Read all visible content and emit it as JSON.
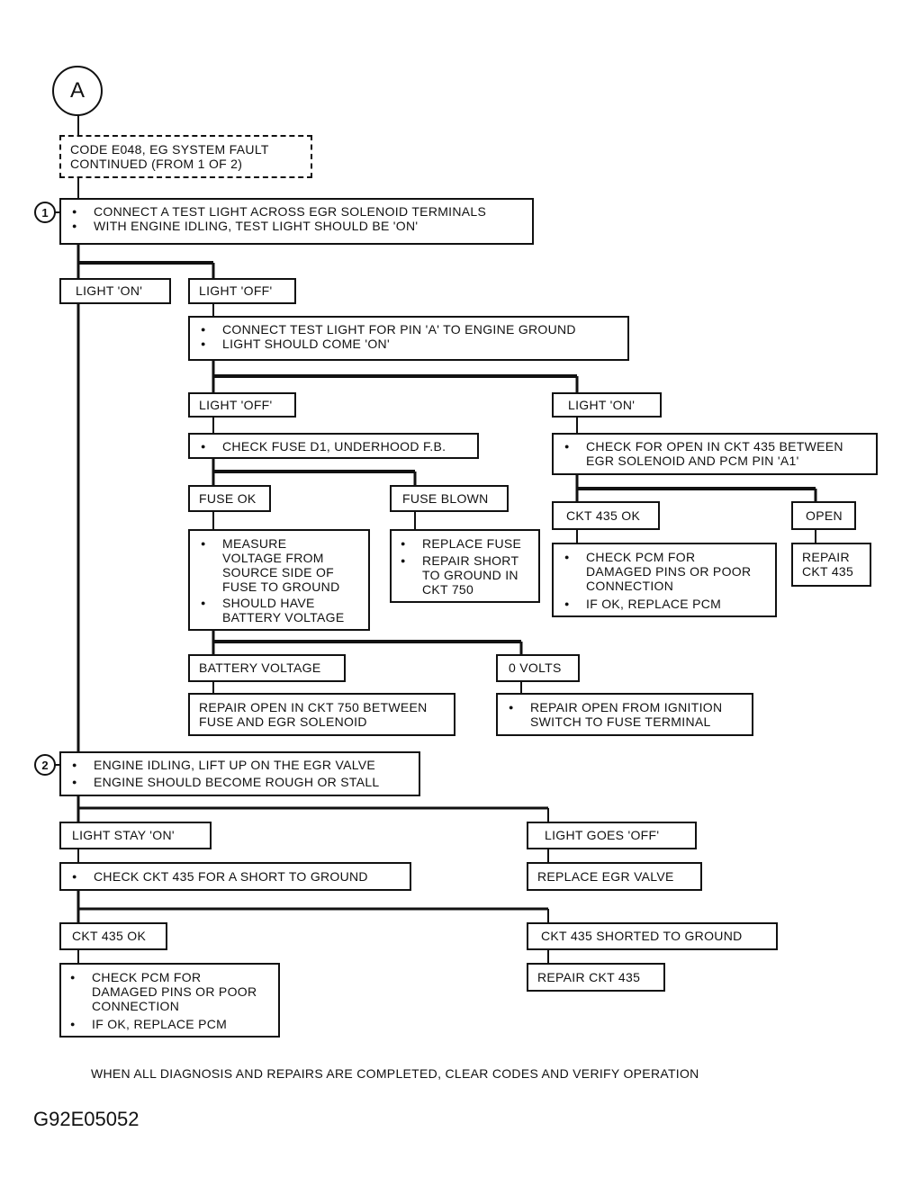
{
  "start_connector": "A",
  "header_box": "CODE E048, EG  SYSTEM FAULT\nCONTINUED (FROM 1 OF 2)",
  "step1": {
    "number": "1",
    "items": [
      "CONNECT A TEST LIGHT ACROSS EGR SOLENOID TERMINALS",
      "WITH ENGINE IDLING, TEST LIGHT SHOULD BE 'ON'"
    ]
  },
  "light_on_1": "LIGHT 'ON'",
  "light_off_1": "LIGHT 'OFF'",
  "connect_pin_a": {
    "items": [
      "CONNECT TEST LIGHT FOR PIN 'A' TO ENGINE GROUND",
      "LIGHT SHOULD COME 'ON'"
    ]
  },
  "light_off_2": "LIGHT 'OFF'",
  "light_on_2": "LIGHT 'ON'",
  "check_fuse": {
    "items": [
      "CHECK FUSE D1, UNDERHOOD F.B."
    ]
  },
  "check_ckt435_open": {
    "items": [
      "CHECK FOR OPEN IN CKT 435 BETWEEN\nEGR SOLENOID AND PCM PIN 'A1'"
    ]
  },
  "fuse_ok": "FUSE OK",
  "fuse_blown": "FUSE BLOWN",
  "ckt435_ok_1": "CKT 435 OK",
  "open": "OPEN",
  "measure_voltage": {
    "items": [
      "MEASURE\nVOLTAGE FROM\nSOURCE SIDE OF\nFUSE TO GROUND",
      "SHOULD HAVE\nBATTERY VOLTAGE"
    ]
  },
  "replace_fuse": {
    "items": [
      "REPLACE FUSE",
      "REPAIR SHORT\nTO GROUND IN\nCKT 750"
    ]
  },
  "check_pcm_1": {
    "items": [
      "CHECK PCM FOR\nDAMAGED PINS OR POOR\nCONNECTION",
      "IF OK,  REPLACE PCM"
    ]
  },
  "repair_ckt435_1": "REPAIR\nCKT 435",
  "battery_voltage": "BATTERY VOLTAGE",
  "zero_volts": "0 VOLTS",
  "repair_open_750": "REPAIR OPEN IN CKT 750 BETWEEN\nFUSE AND EGR SOLENOID",
  "repair_open_ignition": {
    "items": [
      "REPAIR OPEN FROM IGNITION\nSWITCH TO FUSE TERMINAL"
    ]
  },
  "step2": {
    "number": "2",
    "items": [
      "ENGINE IDLING, LIFT UP ON THE EGR VALVE",
      "ENGINE SHOULD BECOME ROUGH OR STALL"
    ]
  },
  "light_stay_on": "LIGHT STAY  'ON'",
  "light_goes_off": "LIGHT GOES 'OFF'",
  "check_ckt435_short": {
    "items": [
      "CHECK CKT 435 FOR A SHORT TO GROUND"
    ]
  },
  "replace_egr_valve": "REPLACE EGR VALVE",
  "ckt435_ok_2": "CKT 435 OK",
  "ckt435_shorted": "CKT 435 SHORTED TO GROUND",
  "check_pcm_2": {
    "items": [
      "CHECK PCM FOR\nDAMAGED PINS OR POOR\nCONNECTION",
      "IF OK,  REPLACE PCM"
    ]
  },
  "repair_ckt435_2": "REPAIR CKT 435",
  "footer": "WHEN ALL DIAGNOSIS AND REPAIRS ARE COMPLETED, CLEAR CODES AND VERIFY OPERATION",
  "figure_id": "G92E05052"
}
